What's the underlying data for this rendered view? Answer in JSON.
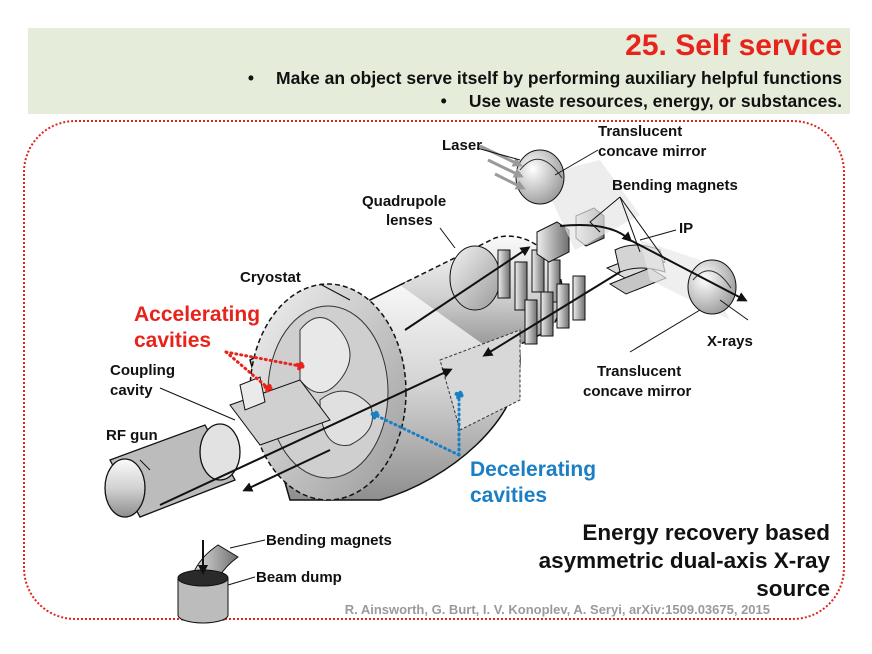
{
  "header": {
    "title": "25. Self service",
    "bullets": [
      "Make an object serve itself by performing auxiliary helpful functions",
      "Use waste resources, energy, or substances."
    ],
    "bullet_symbol": "•"
  },
  "diagram": {
    "labels": {
      "laser": "Laser",
      "mirror_top_1": "Translucent",
      "mirror_top_2": "concave mirror",
      "bending_top": "Bending magnets",
      "quad_1": "Quadrupole",
      "quad_2": "lenses",
      "ip": "IP",
      "cryostat": "Cryostat",
      "xrays": "X-rays",
      "mirror_bot_1": "Translucent",
      "mirror_bot_2": "concave mirror",
      "coupling_1": "Coupling",
      "coupling_2": "cavity",
      "rf_gun": "RF gun",
      "bending_bottom": "Bending magnets",
      "beam_dump": "Beam dump"
    },
    "accelerating_1": "Accelerating",
    "accelerating_2": "cavities",
    "decelerating_1": "Decelerating",
    "decelerating_2": "cavities"
  },
  "caption": {
    "line1": "Energy recovery based",
    "line2": "asymmetric dual-axis X-ray",
    "line3": "source"
  },
  "citation": "R. Ainsworth, G. Burt, I. V. Konoplev, A. Seryi, arXiv:1509.03675, 2015",
  "colors": {
    "title_red": "#e8231b",
    "decel_blue": "#1a7fc4",
    "header_bg": "#e6ecda"
  }
}
